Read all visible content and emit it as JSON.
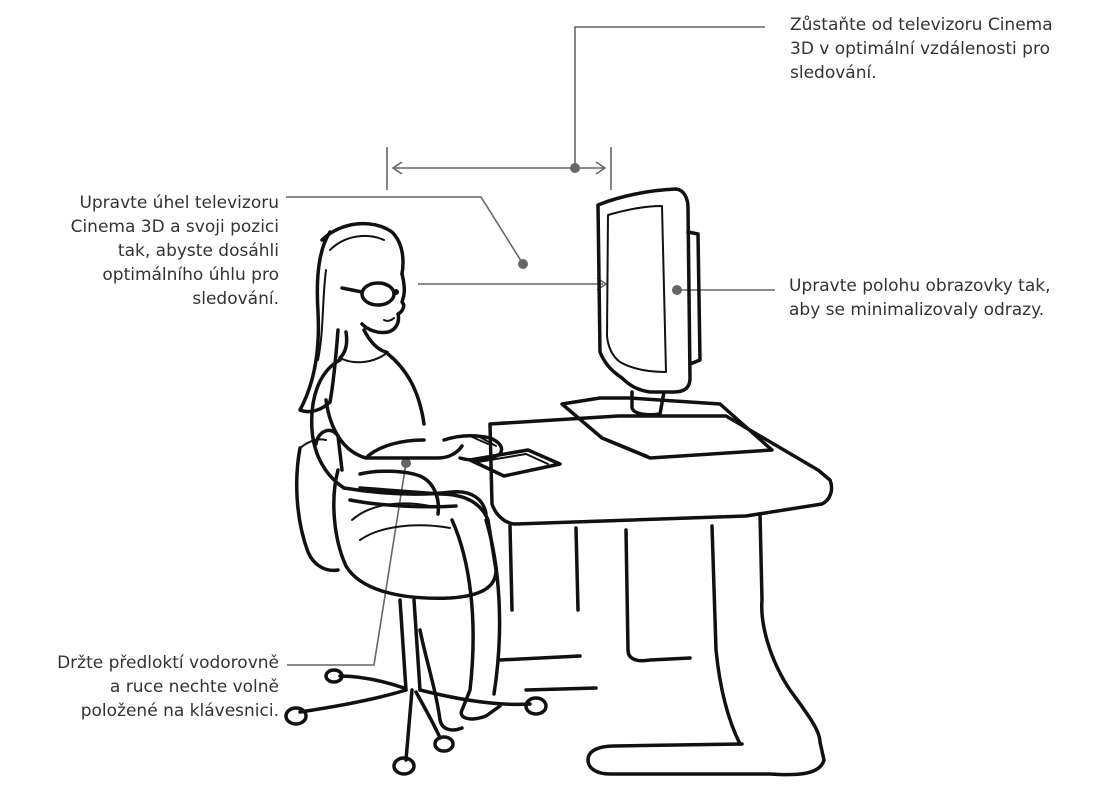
{
  "callouts": {
    "distance": {
      "lines": [
        "Zůstaňte od televizoru Cinema",
        "3D v optimální vzdálenosti pro",
        "sledování."
      ]
    },
    "angle": {
      "lines": [
        "Upravte úhel televizoru",
        "Cinema 3D a svoji pozici",
        "tak, abyste dosáhli",
        "optimálního úhlu pro",
        "sledování."
      ]
    },
    "reflection": {
      "lines": [
        "Upravte polohu obrazovky tak,",
        "aby se minimalizovaly odrazy."
      ]
    },
    "forearm": {
      "lines": [
        "Držte předloktí vodorovně",
        "a ruce nechte volně",
        "položené na klávesnici."
      ]
    }
  },
  "colors": {
    "text": "#333333",
    "callout_line": "#666666",
    "ink": "#111111",
    "background": "#ffffff"
  }
}
